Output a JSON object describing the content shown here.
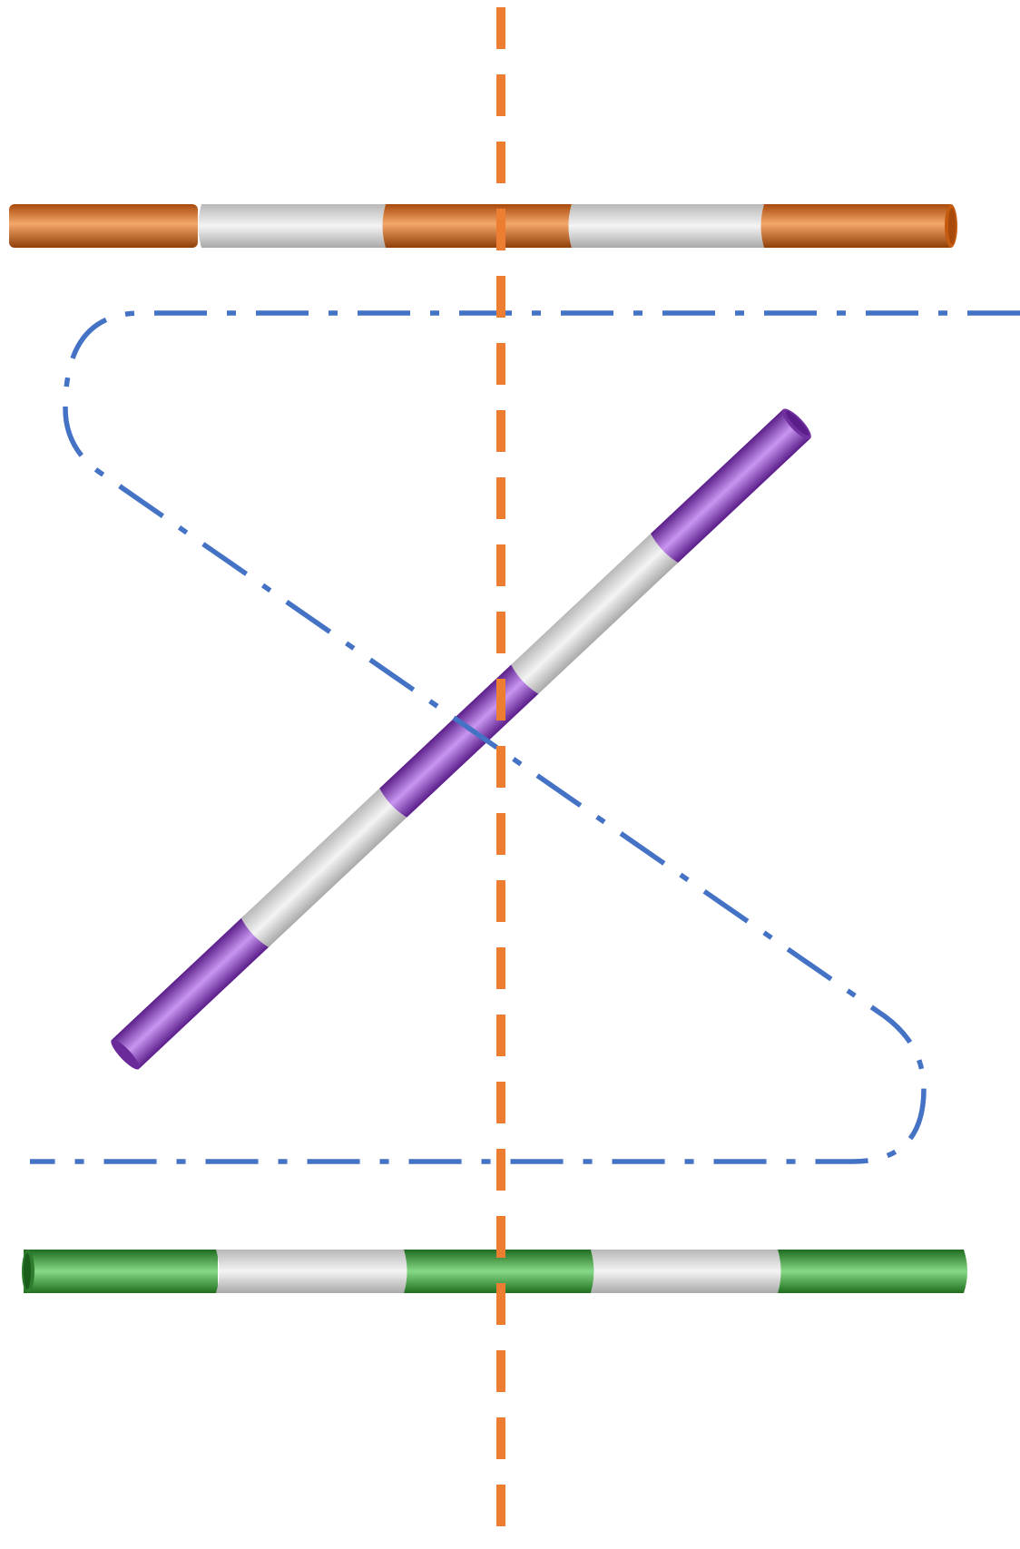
{
  "diagram": {
    "background": "#ffffff",
    "axis_color": "#ED7D31",
    "path_color": "#4472C4",
    "stripe_color": "#d9d9d9",
    "rods": [
      {
        "id": "top-rod",
        "color": "#C55A11",
        "segments": 5
      },
      {
        "id": "diagonal-rod",
        "color": "#7030A0",
        "segments": 5
      },
      {
        "id": "bottom-rod",
        "color": "#2E8B2E",
        "segments": 5
      }
    ]
  }
}
